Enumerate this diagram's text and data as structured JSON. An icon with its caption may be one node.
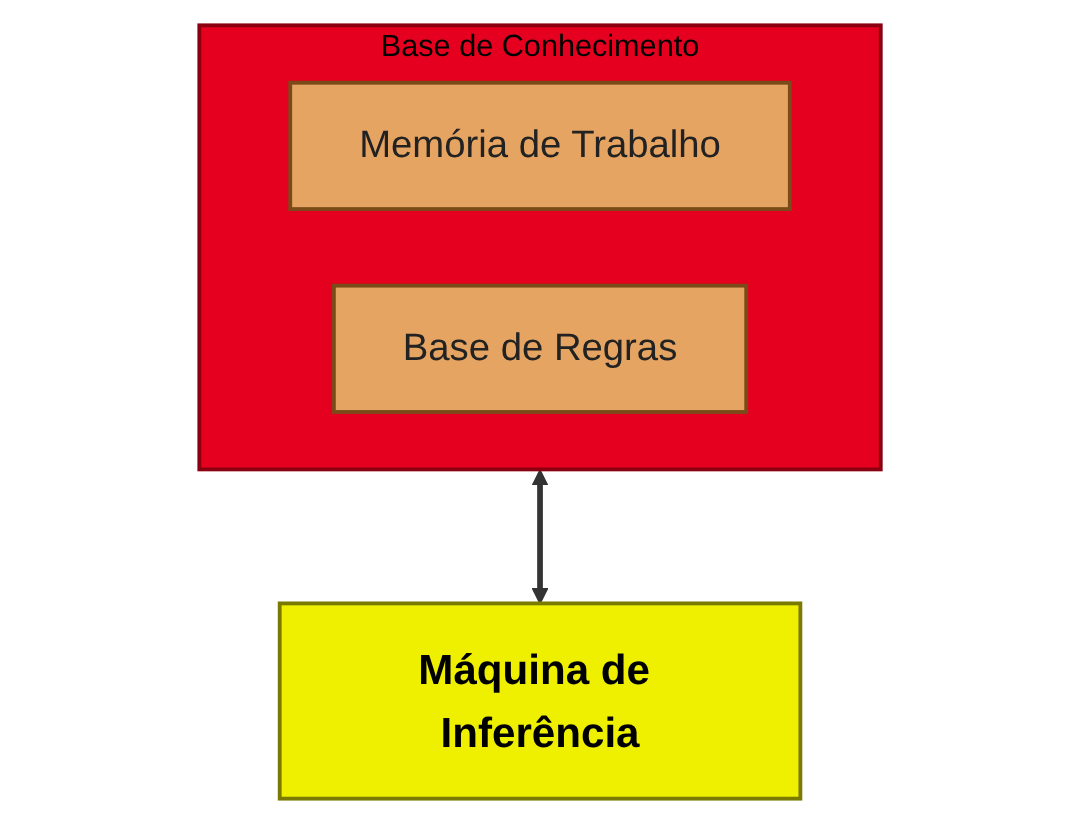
{
  "diagram": {
    "nodes": [
      {
        "text": [
          "Base de Conhecimento"
        ]
      },
      {
        "text": [
          "Memória de Trabalho"
        ],
        "in": 0
      },
      {
        "text": [
          "Base de Regras"
        ],
        "in": 0
      },
      {
        "text": [
          "Máquina de Inferência"
        ]
      }
    ],
    "edges": [
      {
        "from": 0,
        "to": 3,
        "arrow": "both"
      }
    ]
  }
}
